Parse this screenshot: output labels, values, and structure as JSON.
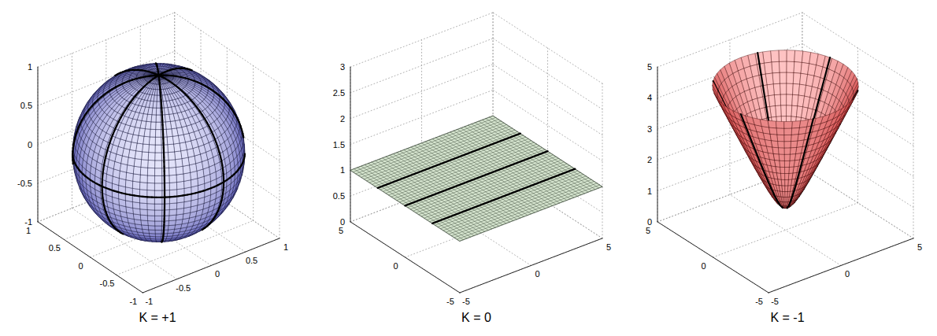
{
  "diagram": {
    "labels": [
      "1",
      "0.5",
      "0",
      "-0.5",
      "-1",
      "1",
      "0.5",
      "0",
      "-0.5",
      "-1",
      "-1",
      "-0.5",
      "0",
      "0.5",
      "1",
      "K = +1",
      "3",
      "2.5",
      "2",
      "1.5",
      "1",
      "0.5",
      "0",
      "5",
      "0",
      "-5",
      "-5",
      "0",
      "5",
      "K = 0",
      "5",
      "4",
      "3",
      "2",
      "1",
      "0",
      "5",
      "0",
      "-5",
      "-5",
      "0",
      "5",
      "K = -1"
    ]
  }
}
